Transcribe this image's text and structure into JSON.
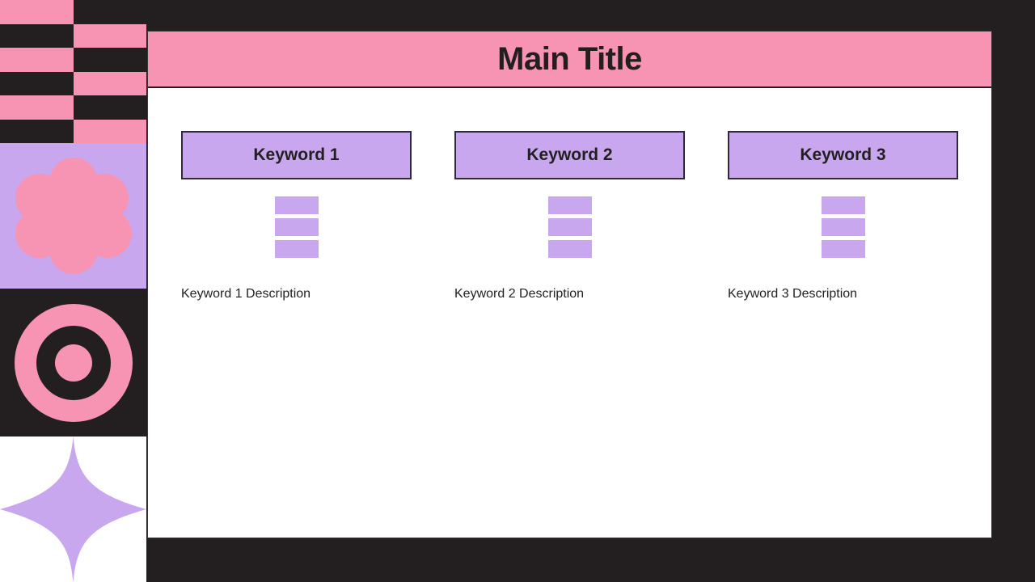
{
  "slide": {
    "title": "Main Title",
    "columns": [
      {
        "keyword": "Keyword 1",
        "icon": "three-bars-icon",
        "description": "Keyword 1 Description"
      },
      {
        "keyword": "Keyword 2",
        "icon": "three-bars-icon",
        "description": "Keyword 2 Description"
      },
      {
        "keyword": "Keyword 3",
        "icon": "three-bars-icon",
        "description": "Keyword 3 Description"
      }
    ]
  },
  "decorations": {
    "checkerboard": {
      "name": "checkerboard-pattern",
      "rows": 6,
      "cols": 2,
      "colors": [
        "#F794B4",
        "#231F20"
      ]
    },
    "flower": {
      "name": "flower-shape",
      "fill": "#F794B4",
      "panel": "#C8A7EE"
    },
    "target": {
      "name": "target-rings-shape",
      "fill": "#F794B4",
      "panel": "#231F20"
    },
    "star": {
      "name": "four-point-star-shape",
      "fill": "#C8A7EE",
      "panel": "#FFFFFF"
    }
  },
  "theme": {
    "background": "#231F20",
    "pink": "#F794B4",
    "purple": "#C8A7EE",
    "dark": "#231F20",
    "card": "#FFFFFF"
  }
}
